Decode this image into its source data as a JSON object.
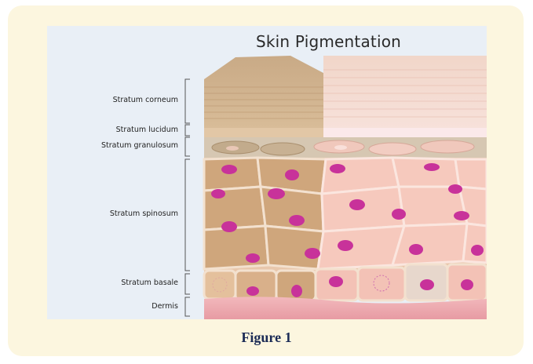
{
  "figure": {
    "title": "Skin Pigmentation",
    "layers": [
      {
        "label": "Stratum corneum"
      },
      {
        "label": "Stratum lucidum"
      },
      {
        "label": "Stratum granulosum"
      },
      {
        "label": "Stratum spinosum"
      },
      {
        "label": "Stratum basale"
      },
      {
        "label": "Dermis"
      }
    ]
  },
  "caption": "Figure 1",
  "colors": {
    "card_background": "#fcf6df",
    "figure_background": "#e9eff6",
    "dark_skin": "#c9a37a",
    "light_skin": "#f6c9bd",
    "nucleus": "#c8329a",
    "caption_text": "#1a2a55"
  }
}
